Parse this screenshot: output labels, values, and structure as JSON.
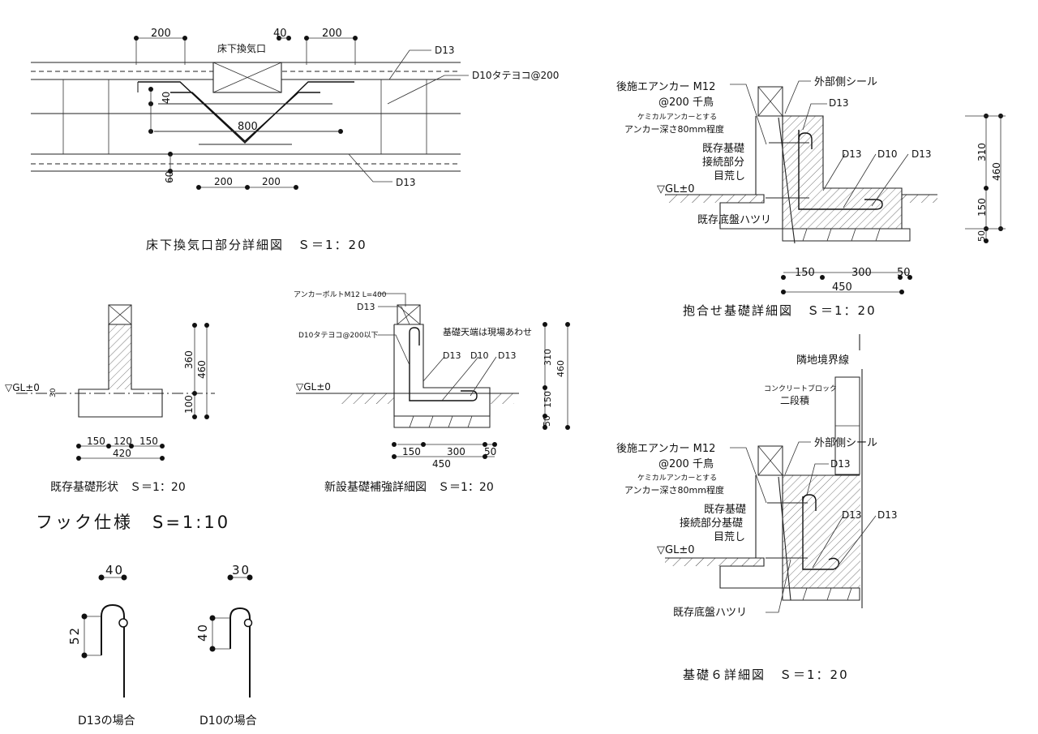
{
  "vent_detail": {
    "title": "床下換気口部分詳細図　Ｓ＝1：20",
    "vent_label": "床下換気口",
    "dim_top_left": "200",
    "dim_top_mid": "40",
    "dim_top_right": "200",
    "label_d13_top": "D13",
    "label_d10": "D10タテヨコ@200",
    "dim_40": "40",
    "dim_800": "800",
    "dim_60": "60",
    "dim_bottom_a": "200",
    "dim_bottom_b": "200",
    "label_d13_bottom": "D13"
  },
  "existing_foundation": {
    "title": "既存基礎形状　Ｓ＝1：20",
    "gl": "▽GL±0",
    "gl_offset": "30",
    "dim_360": "360",
    "dim_460": "460",
    "dim_100": "100",
    "dim_150a": "150",
    "dim_120": "120",
    "dim_150b": "150",
    "dim_420": "420"
  },
  "new_foundation": {
    "title": "新設基礎補強詳細図　Ｓ＝1：20",
    "anchor_bolt": "アンカーボルトM12 L=400",
    "d13_top": "D13",
    "d10_vert": "D10タテヨコ@200以下",
    "top_note": "基礎天端は現場あわせ",
    "d13_a": "D13",
    "d10": "D10",
    "d13_b": "D13",
    "gl": "▽GL±0",
    "dim_310": "310",
    "dim_460": "460",
    "dim_150": "150",
    "dim_50": "50",
    "dim_150b": "150",
    "dim_300": "300",
    "dim_50b": "50",
    "dim_450": "450"
  },
  "hook_spec": {
    "title": "フック仕様　S=1:10",
    "d13_case": "D13の場合",
    "d10_case": "D10の場合",
    "d13_width": "40",
    "d13_height": "52",
    "d10_width": "30",
    "d10_height": "40"
  },
  "combined_foundation": {
    "title": "抱合せ基礎詳細図　Ｓ＝1：20",
    "anchor_line1": "後施エアンカー M12",
    "anchor_line2": "@200 千鳥",
    "anchor_line3": "ケミカルアンカーとする",
    "anchor_line4": "アンカー深さ80mm程度",
    "outer_seal": "外部側シール",
    "d13_top": "D13",
    "joint_line1": "既存基礎",
    "joint_line2": "接続部分",
    "joint_line3": "目荒し",
    "d13_a": "D13",
    "d10": "D10",
    "d13_b": "D13",
    "gl": "▽GL±0",
    "slab_chip": "既存底盤ハツリ",
    "dim_310": "310",
    "dim_460": "460",
    "dim_150": "150",
    "dim_50": "50",
    "dim_150b": "150",
    "dim_300": "300",
    "dim_50b": "50",
    "dim_450": "450"
  },
  "foundation6": {
    "title": "基礎６詳細図　Ｓ＝1：20",
    "boundary": "隣地境界線",
    "block_line1": "コンクリートブロック",
    "block_line2": "二段積",
    "anchor_line1": "後施エアンカー M12",
    "anchor_line2": "@200 千鳥",
    "anchor_line3": "ケミカルアンカーとする",
    "anchor_line4": "アンカー深さ80mm程度",
    "outer_seal": "外部側シール",
    "d13_top": "D13",
    "joint_line1": "既存基礎",
    "joint_line2": "接続部分基礎",
    "joint_line3": "目荒し",
    "d13_a": "D13",
    "d13_b": "D13",
    "gl": "▽GL±0",
    "slab_chip": "既存底盤ハツリ"
  }
}
